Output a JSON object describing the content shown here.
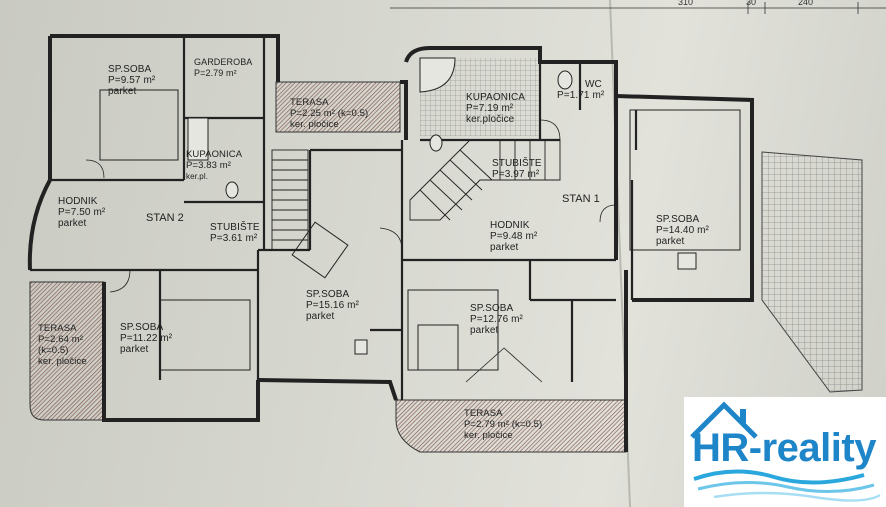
{
  "dimensions": {
    "d1": "310",
    "d2": "30",
    "d3": "240"
  },
  "apartments": {
    "stan2": "STAN 2",
    "stan1": "STAN 1"
  },
  "rooms": {
    "sp_soba_a": {
      "name": "SP.SOBA",
      "area": "P=9.57 m²",
      "finish": "parket"
    },
    "garderoba": {
      "name": "GARDEROBA",
      "area": "P=2.79 m²"
    },
    "terasa_top": {
      "name": "TERASA",
      "area": "P=2.25 m² (k=0.5)",
      "finish": "ker. pločice"
    },
    "kupaonica_a": {
      "name": "KUPAONICA",
      "area": "P=3.83 m²",
      "finish": "ker.pl."
    },
    "hodnik_a": {
      "name": "HODNIK",
      "area": "P=7.50 m²",
      "finish": "parket"
    },
    "stubiste_a": {
      "name": "STUBIŠTE",
      "area": "P=3.61 m²"
    },
    "terasa_left": {
      "name": "TERASA",
      "area": "P=2.64 m²",
      "extra": "(k=0.5)",
      "finish": "ker. pločice"
    },
    "sp_soba_b": {
      "name": "SP.SOBA",
      "area": "P=11.22 m²",
      "finish": "parket"
    },
    "sp_soba_c": {
      "name": "SP.SOBA",
      "area": "P=15.16 m²",
      "finish": "parket"
    },
    "kupaonica_b": {
      "name": "KUPAONICA",
      "area": "P=7.19 m²",
      "finish": "ker.pločice"
    },
    "wc": {
      "name": "WC",
      "area": "P=1.71 m²"
    },
    "stubiste_b": {
      "name": "STUBIŠTE",
      "area": "P=3.97 m²"
    },
    "hodnik_b": {
      "name": "HODNIK",
      "area": "P=9.48 m²",
      "finish": "parket"
    },
    "sp_soba_d": {
      "name": "SP.SOBA",
      "area": "P=14.40 m²",
      "finish": "parket"
    },
    "sp_soba_e": {
      "name": "SP.SOBA",
      "area": "P=12.76 m²",
      "finish": "parket"
    },
    "terasa_bottom": {
      "name": "TERASA",
      "area": "P=2.79 m² (k=0.5)",
      "finish": "ker. pločice"
    }
  },
  "logo": {
    "text": "HR-reality",
    "brand_color": "#1e86c8",
    "wave_color": "#2aa7dc"
  }
}
